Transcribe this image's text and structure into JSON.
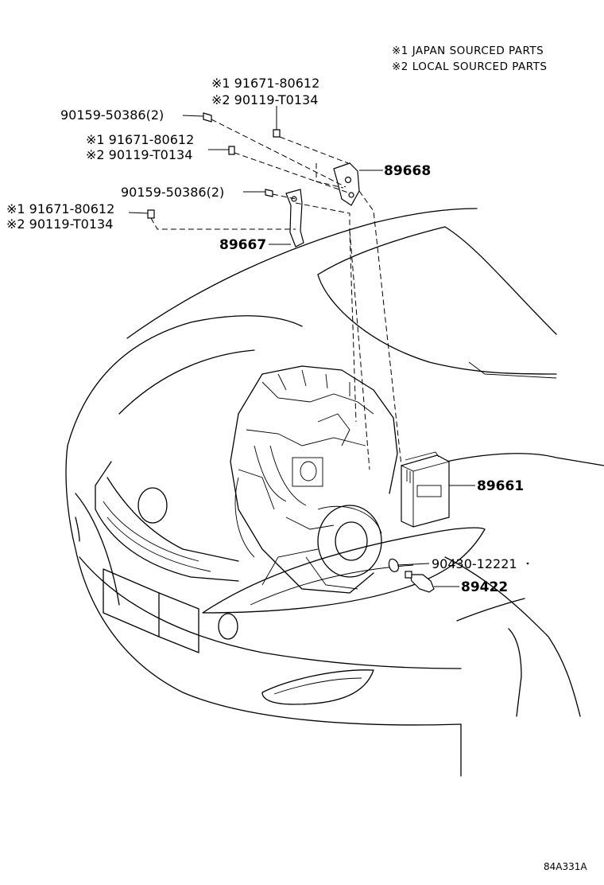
{
  "notes": [
    "※1 JAPAN SOURCED PARTS",
    "※2 LOCAL SOURCED PARTS"
  ],
  "labels": {
    "a1": "※1 91671-80612",
    "a2": "※2 90119-T0134",
    "b1": "90159-50386(2)",
    "c1": "※1 91671-80612",
    "c2": "※2 90119-T0134",
    "p89668": "89668",
    "d1": "90159-50386(2)",
    "e1": "※1 91671-80612",
    "e2": "※2 90119-T0134",
    "p89667": "89667",
    "p89661": "89661",
    "p90430": "90430-12221",
    "p89422": "89422"
  },
  "diagram_code": "84A331A"
}
